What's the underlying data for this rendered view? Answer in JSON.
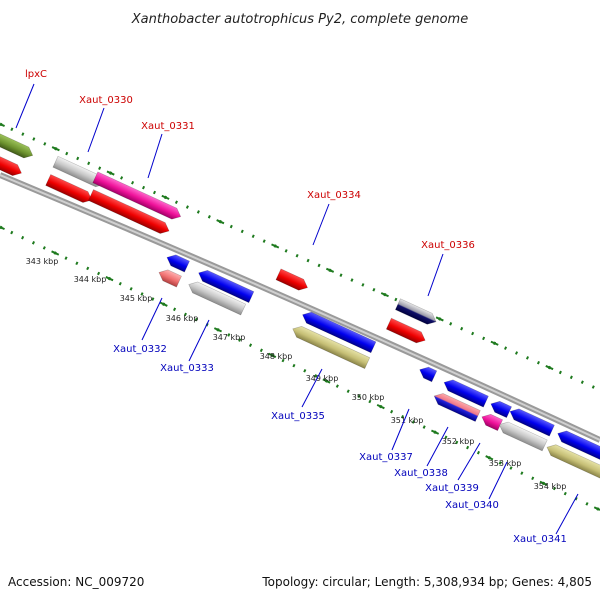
{
  "title": "Xanthobacter autotrophicus Py2, complete genome",
  "footer": {
    "accession": "Accession: NC_009720",
    "summary": "Topology: circular; Length: 5,308,934 bp; Genes: 4,805"
  },
  "colors": {
    "forward_label": "#cc0000",
    "reverse_label": "#0000bb",
    "tick_green": "#1e7a1e",
    "backbone": "#777777"
  },
  "gene_labels": {
    "forward": [
      "lpxC",
      "Xaut_0330",
      "Xaut_0331",
      "Xaut_0334",
      "Xaut_0336"
    ],
    "reverse": [
      "Xaut_0332",
      "Xaut_0333",
      "Xaut_0335",
      "Xaut_0337",
      "Xaut_0338",
      "Xaut_0339",
      "Xaut_0340",
      "Xaut_0341"
    ]
  },
  "scale_labels": [
    "343 kbp",
    "344 kbp",
    "345 kbp",
    "346 kbp",
    "347 kbp",
    "348 kbp",
    "349 kbp",
    "350 kbp",
    "351 kbp",
    "352 kbp",
    "353 kbp",
    "354 kbp"
  ]
}
